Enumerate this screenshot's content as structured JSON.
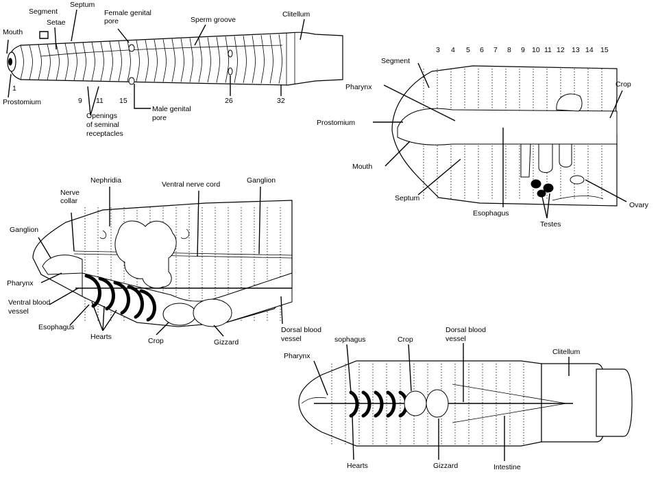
{
  "external": {
    "labels": {
      "segment": "Segment",
      "setae": "Setae",
      "septum": "Septum",
      "mouth": "Mouth",
      "prostomium": "Prostomium",
      "female_pore": "Female genital pore",
      "sperm_groove": "Sperm groove",
      "clitellum": "Clitellum",
      "openings": "Openings of seminal receptacles",
      "male_pore": "Male genital pore"
    },
    "segment_numbers": [
      "1",
      "9",
      "11",
      "15",
      "26",
      "32"
    ]
  },
  "reproductive": {
    "segment_numbers": [
      "3",
      "4",
      "5",
      "6",
      "7",
      "8",
      "9",
      "10",
      "11",
      "12",
      "13",
      "14",
      "15"
    ],
    "labels": {
      "segment": "Segment",
      "pharynx": "Pharynx",
      "prostomium": "Prostomium",
      "mouth": "Mouth",
      "septum": "Septum",
      "esophagus": "Esophagus",
      "testes": "Testes",
      "ovary": "Ovary",
      "crop": "Crop"
    }
  },
  "lateral": {
    "labels": {
      "nephridia": "Nephridia",
      "ventral_nerve_cord": "Ventral nerve cord",
      "ganglion_top": "Ganglion",
      "nerve_collar": "Nerve collar",
      "ganglion_left": "Ganglion",
      "pharynx": "Pharynx",
      "ventral_blood_vessel": "Ventral blood vessel",
      "esophagus": "Esophagus",
      "hearts": "Hearts",
      "crop": "Crop",
      "gizzard": "Gizzard",
      "dorsal_blood_vessel": "Dorsal blood vessel"
    }
  },
  "dorsal": {
    "labels": {
      "pharynx": "Pharynx",
      "esophagus": "sophagus",
      "crop": "Crop",
      "dorsal_blood_vessel": "Dorsal blood vessel",
      "clitellum": "Clitellum",
      "hearts": "Hearts",
      "gizzard": "Gizzard",
      "intestine": "Intestine"
    }
  }
}
